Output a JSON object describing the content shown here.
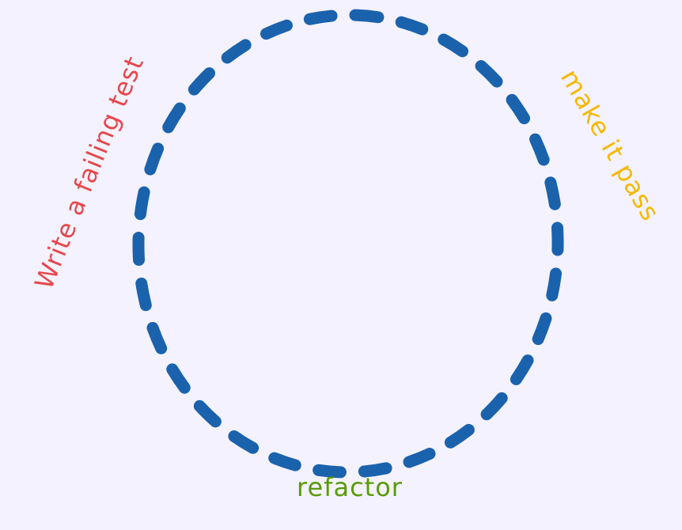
{
  "diagram": {
    "labels": {
      "write_test": "Write a failing test",
      "make_pass": "make it pass",
      "refactor": "refactor"
    },
    "colors": {
      "background": "#f4f2ff",
      "cycle": "#1b62ad",
      "write_test": "#e5484d",
      "make_pass": "#f5b800",
      "refactor": "#5a9a0a"
    }
  }
}
